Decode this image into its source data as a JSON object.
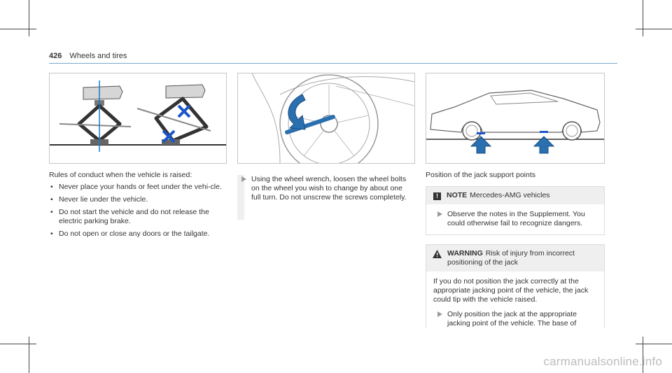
{
  "header": {
    "page_number": "426",
    "section": "Wheels and tires"
  },
  "left_column": {
    "intro": "Rules of conduct when the vehicle is raised:",
    "bullets": [
      "Never place your hands or feet under the vehi-cle.",
      "Never lie under the vehicle.",
      "Do not start the vehicle and do not release the electric parking brake.",
      "Do not open or close any doors or the tailgate."
    ]
  },
  "middle_column": {
    "step": "Using the wheel wrench, loosen the wheel bolts on the wheel you wish to change by about one full turn. Do not unscrew the screws completely."
  },
  "right_column": {
    "caption": "Position of the jack support points",
    "note": {
      "badge": "!",
      "title": "NOTE",
      "subject": "Mercedes-AMG vehicles",
      "step": "Observe the notes in the Supplement. You could otherwise fail to recognize dangers."
    },
    "warning": {
      "title": "WARNING",
      "subject": "Risk of injury from incorrect positioning of the jack",
      "body": "If you do not position the jack correctly at the appropriate jacking point of the vehicle, the jack could tip with the vehicle raised.",
      "step": "Only position the jack at the appropriate jacking point of the vehicle. The base of"
    }
  },
  "bullet_glyph": "•",
  "watermark": "carmanualsonline.info",
  "colors": {
    "accent_blue": "#2a6fb0",
    "cross_blue": "#1a56c9",
    "rule_blue": "#7aa7c9",
    "panel_gray": "#efefef"
  }
}
